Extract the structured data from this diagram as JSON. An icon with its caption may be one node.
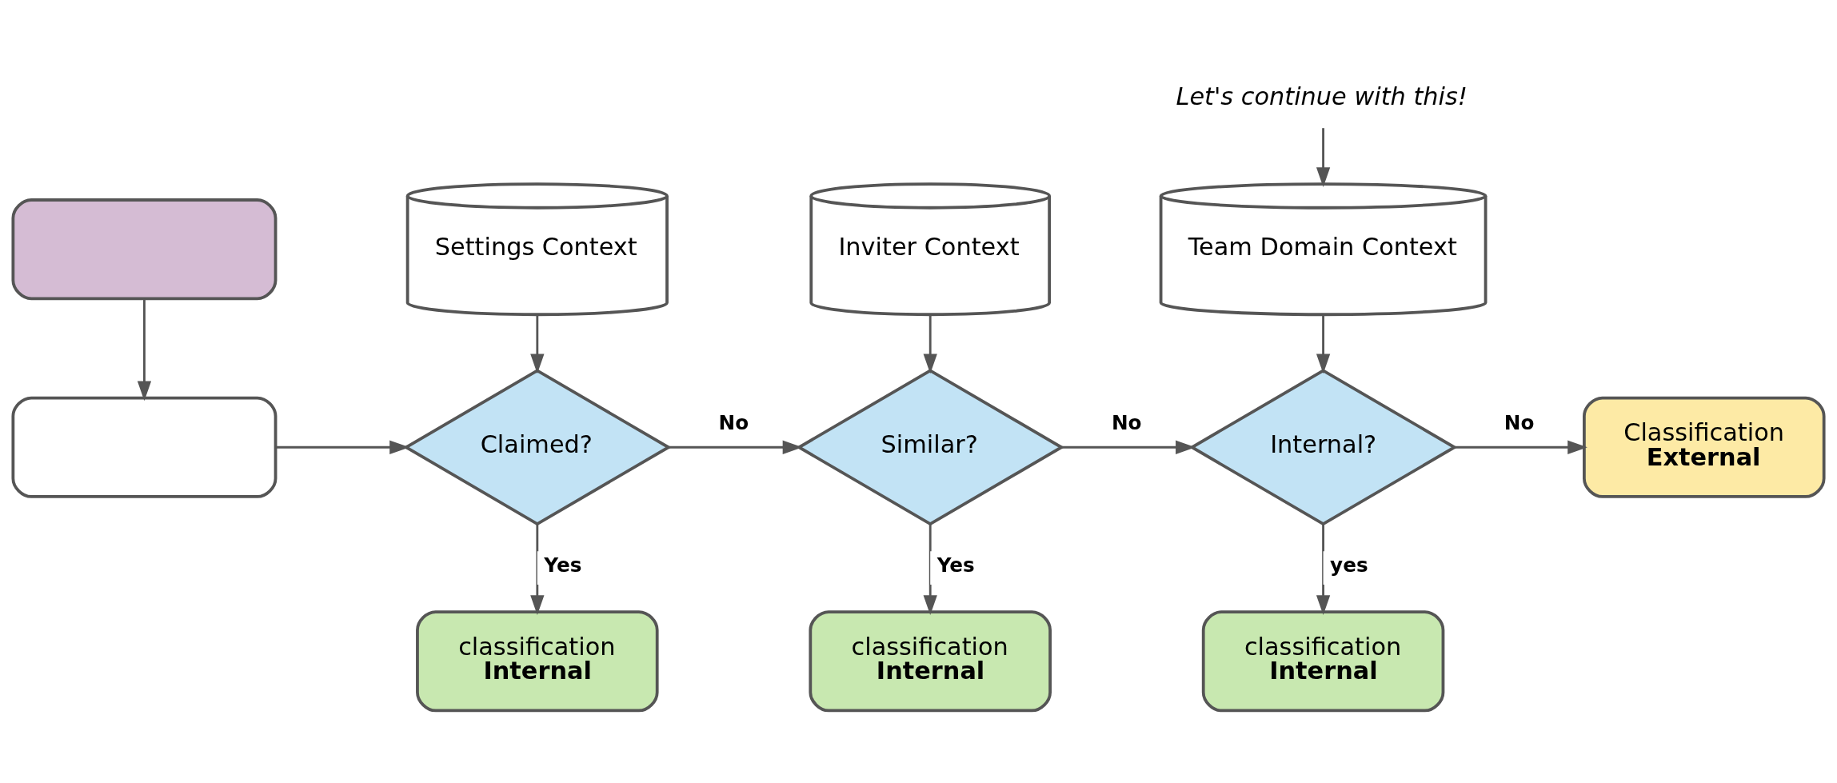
{
  "diagram": {
    "nodes": [
      {
        "text": [],
        "shape": "box"
      },
      {
        "text": [],
        "shape": "box"
      },
      {
        "text": [
          "Settings Context"
        ]
      },
      {
        "text": [
          "Claimed?"
        ]
      },
      {
        "text": [
          "Inviter Context"
        ]
      },
      {
        "text": [
          "Similar?"
        ]
      },
      {
        "text": [
          "Team Domain Context"
        ]
      },
      {
        "text": [
          "Internal?"
        ]
      },
      {
        "text": [
          "Classification",
          "External"
        ]
      },
      {
        "text": [
          "classification",
          "Internal"
        ]
      },
      {
        "text": [
          "classification",
          "Internal"
        ]
      },
      {
        "text": [
          "classification",
          "Internal"
        ]
      },
      {
        "text": [
          "Let's continue with this!"
        ]
      }
    ],
    "edges": [
      {
        "from": 0,
        "to": 1,
        "arrow": "to"
      },
      {
        "from": 1,
        "to": 3,
        "arrow": "to"
      },
      {
        "from": 2,
        "to": 3,
        "arrow": "to"
      },
      {
        "from": 3,
        "to": 5,
        "arrow": "to",
        "label": "No"
      },
      {
        "from": 3,
        "to": 9,
        "arrow": "to",
        "label": "Yes"
      },
      {
        "from": 4,
        "to": 5,
        "arrow": "to"
      },
      {
        "from": 5,
        "to": 7,
        "arrow": "to",
        "label": "No"
      },
      {
        "from": 5,
        "to": 10,
        "arrow": "to",
        "label": "Yes"
      },
      {
        "from": 6,
        "to": 7,
        "arrow": "to"
      },
      {
        "from": 7,
        "to": 8,
        "arrow": "to",
        "label": "No"
      },
      {
        "from": 7,
        "to": 11,
        "arrow": "to",
        "label": "yes"
      },
      {
        "from": 12,
        "to": 6,
        "arrow": "to"
      }
    ]
  }
}
